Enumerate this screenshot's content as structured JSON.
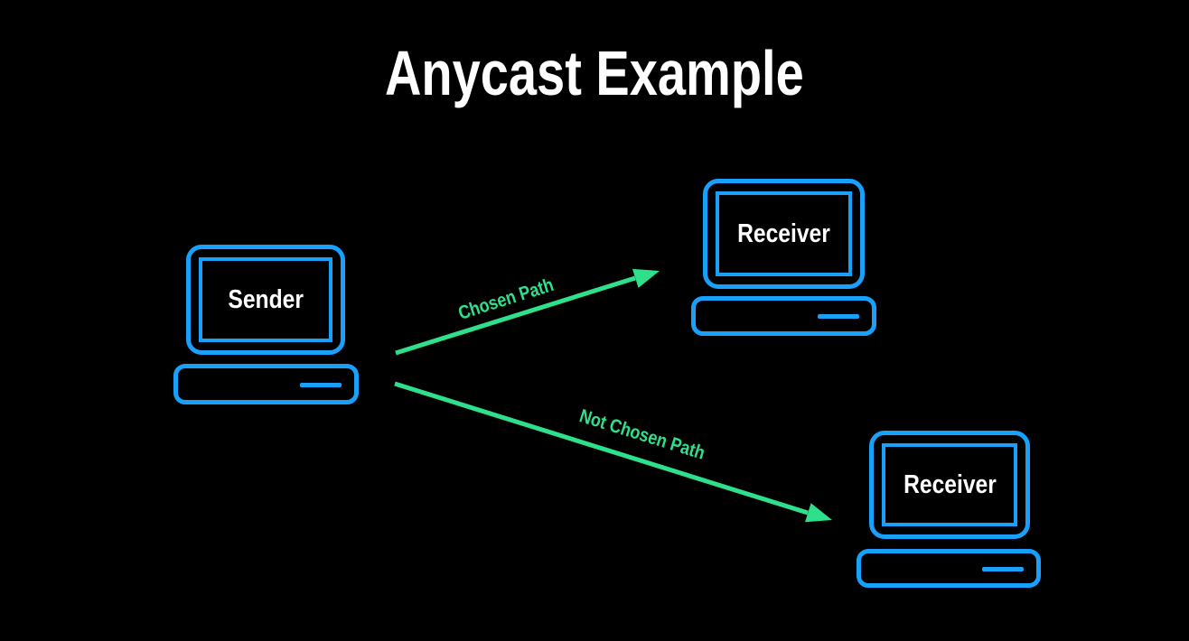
{
  "title": "Anycast Example",
  "colors": {
    "background": "#000000",
    "device_outline": "#18a0fb",
    "path_green": "#2ee08c",
    "text_white": "#ffffff"
  },
  "nodes": {
    "sender": {
      "label": "Sender"
    },
    "receiver_top": {
      "label": "Receiver"
    },
    "receiver_bottom": {
      "label": "Receiver"
    }
  },
  "paths": {
    "chosen": {
      "label": "Chosen Path"
    },
    "not_chosen": {
      "label": "Not Chosen Path"
    }
  }
}
